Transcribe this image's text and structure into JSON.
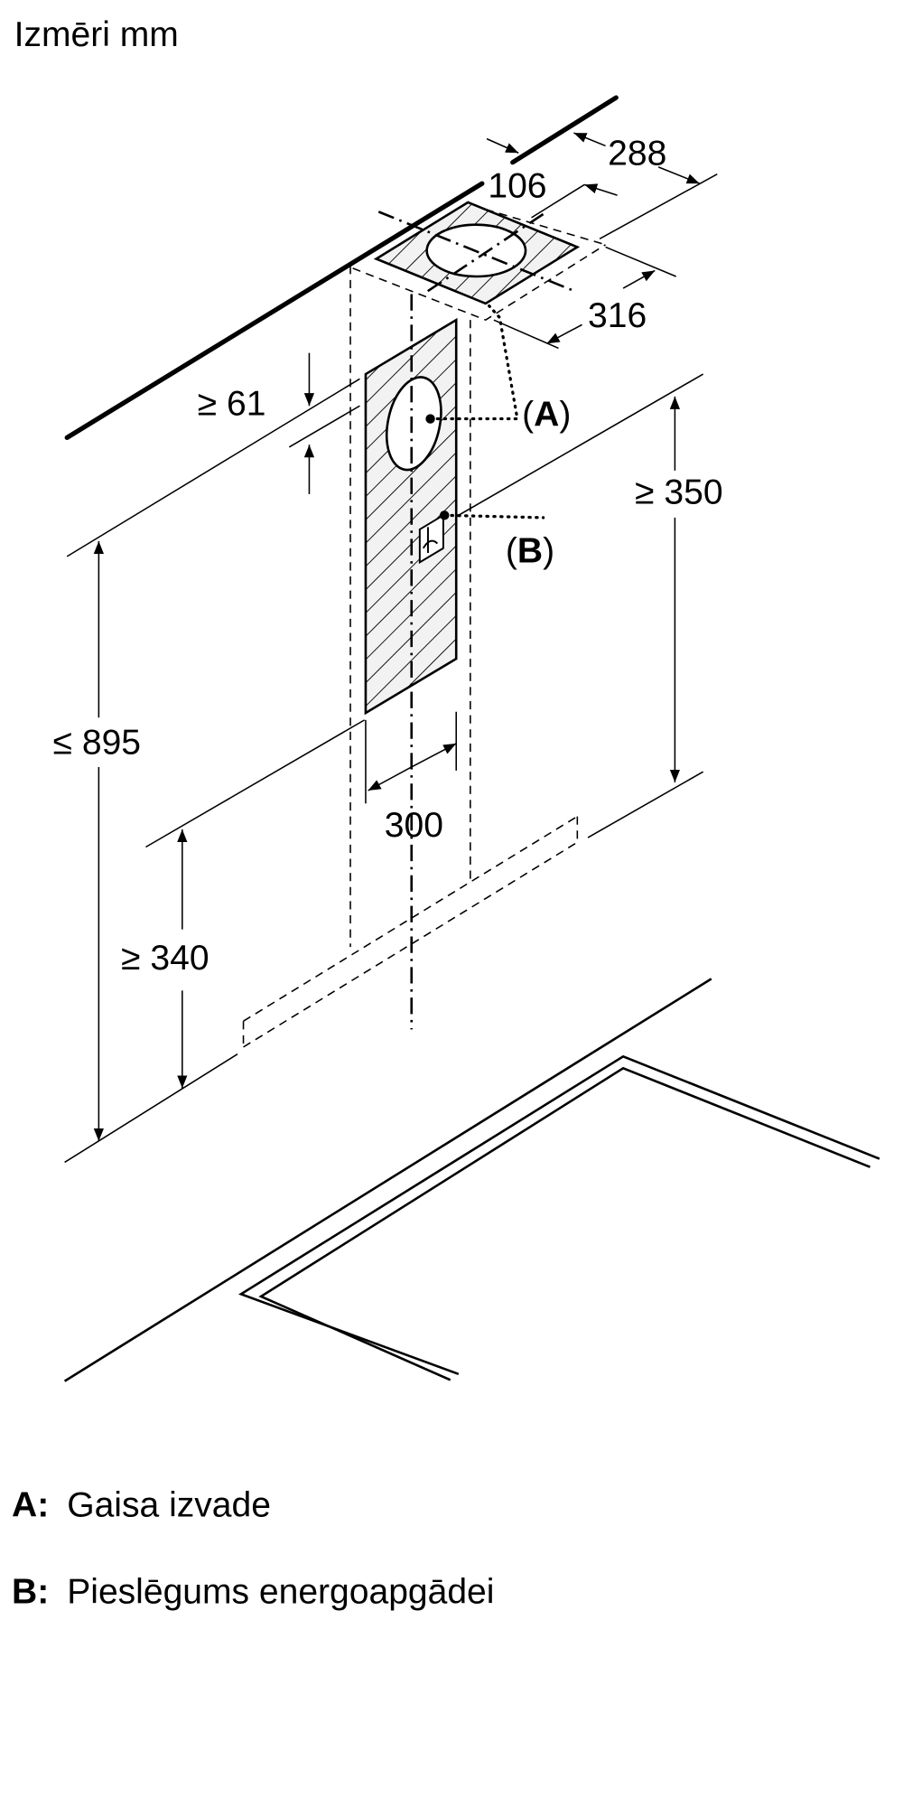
{
  "title": "Izmēri mm",
  "dimensions": {
    "d288": "288",
    "d106": "106",
    "d316": "316",
    "d61": "≥ 61",
    "d350": "≥ 350",
    "d895": "≤ 895",
    "d300": "300",
    "d340": "≥ 340"
  },
  "callouts": {
    "a_open": "(",
    "a": "A",
    "a_close": ")",
    "b_open": "(",
    "b": "B",
    "b_close": ")"
  },
  "legend": [
    {
      "key": "A:",
      "text": "Gaisa izvade"
    },
    {
      "key": "B:",
      "text": "Pieslēgums energoapgādei"
    }
  ]
}
